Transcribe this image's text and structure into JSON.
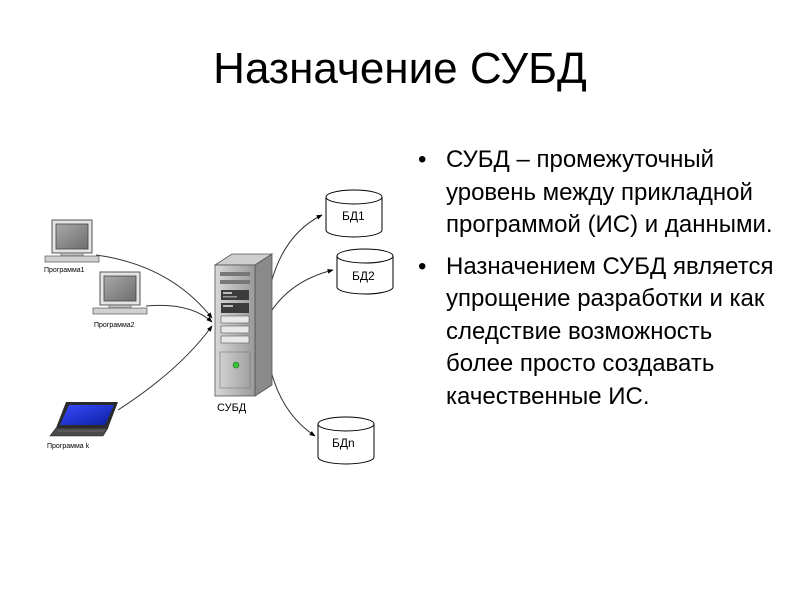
{
  "title": "Назначение СУБД",
  "diagram": {
    "clients": [
      {
        "label": "Программа1",
        "kind": "desktop"
      },
      {
        "label": "Программа2",
        "kind": "desktop"
      },
      {
        "label": "Программа k",
        "kind": "laptop"
      }
    ],
    "server": {
      "label": "СУБД"
    },
    "databases": [
      {
        "label": "БД1"
      },
      {
        "label": "БД2"
      },
      {
        "label": "БДn"
      }
    ]
  },
  "bullets": [
    "СУБД – промежуточный уровень между прикладной программой (ИС) и данными.",
    "Назначением СУБД является упрощение разработки и как следствие возможность более просто создавать качественные ИС."
  ]
}
